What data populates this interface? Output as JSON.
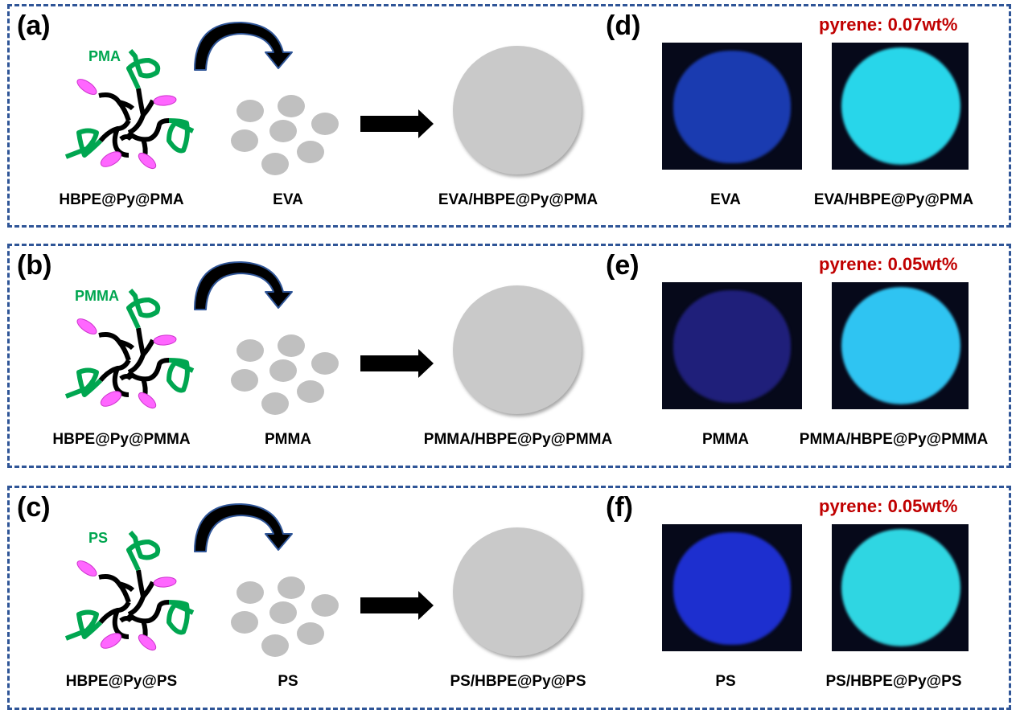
{
  "figure": {
    "panels": [
      {
        "id": "a",
        "letter": "(a)",
        "graft_label": "PMA",
        "additive_label": "HBPE@Py@PMA",
        "matrix_label": "EVA",
        "blend_label": "EVA/HBPE@Py@PMA"
      },
      {
        "id": "b",
        "letter": "(b)",
        "graft_label": "PMMA",
        "additive_label": "HBPE@Py@PMMA",
        "matrix_label": "PMMA",
        "blend_label": "PMMA/HBPE@Py@PMMA"
      },
      {
        "id": "c",
        "letter": "(c)",
        "graft_label": "PS",
        "additive_label": "HBPE@Py@PS",
        "matrix_label": "PS",
        "blend_label": "PS/HBPE@Py@PS"
      }
    ],
    "photo_panels": [
      {
        "id": "d",
        "letter": "(d)",
        "concentration": "pyrene: 0.07wt%",
        "left_caption": "EVA",
        "right_caption": "EVA/HBPE@Py@PMA",
        "left_color": "#1a3bb0",
        "right_color": "#28d6ea"
      },
      {
        "id": "e",
        "letter": "(e)",
        "concentration": "pyrene: 0.05wt%",
        "left_caption": "PMMA",
        "right_caption": "PMMA/HBPE@Py@PMMA",
        "left_color": "#1f1f7a",
        "right_color": "#2fc4f2"
      },
      {
        "id": "f",
        "letter": "(f)",
        "concentration": "pyrene: 0.05wt%",
        "left_caption": "PS",
        "right_caption": "PS/HBPE@Py@PS",
        "left_color": "#1d2fcf",
        "right_color": "#2fd6e2"
      }
    ],
    "colors": {
      "border": "#2f5597",
      "graft_chain": "#00a650",
      "pyrene_unit": "#ff66ff",
      "core": "#000000",
      "pellet": "#c8c8c8",
      "concentration_text": "#c00000"
    }
  }
}
